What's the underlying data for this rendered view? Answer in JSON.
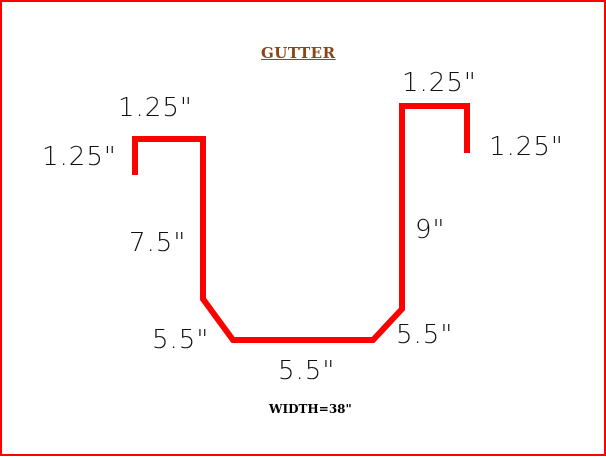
{
  "title": "GUTTER",
  "width_label": "WIDTH=38\"",
  "colors": {
    "profile": "#ff0000",
    "border": "#ff0000",
    "title": "#8b4513"
  },
  "dimensions": {
    "left_lip_top": "1.25\"",
    "left_lip_side": "1.25\"",
    "left_wall": "7.5\"",
    "left_bevel": "5.5\"",
    "bottom": "5.5\"",
    "right_bevel": "5.5\"",
    "right_wall": "9\"",
    "right_lip_top": "1.25\"",
    "right_lip_side": "1.25\""
  }
}
